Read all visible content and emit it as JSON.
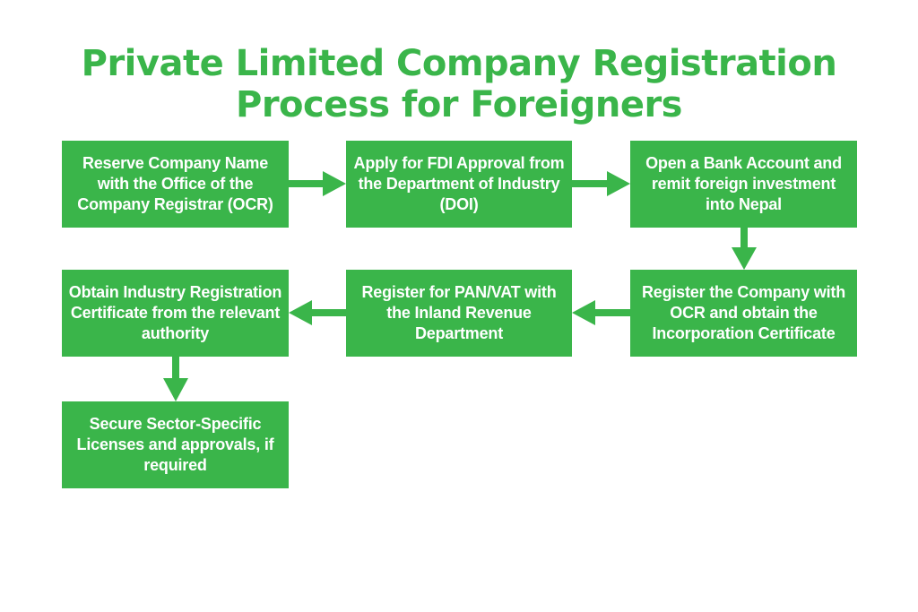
{
  "title": {
    "line1": "Private Limited Company Registration",
    "line2": "Process for Foreigners"
  },
  "colors": {
    "accent": "#3ab54a",
    "box_text": "#ffffff",
    "background": "#ffffff"
  },
  "steps": [
    {
      "text": "Reserve Company Name with the Office of the Company Registrar (OCR)"
    },
    {
      "text": "Apply for FDI Approval from the Department of Industry (DOI)"
    },
    {
      "text": "Open a Bank Account and remit foreign investment into Nepal"
    },
    {
      "text": "Register the Company with OCR and obtain the Incorporation Certificate"
    },
    {
      "text": "Register for PAN/VAT with the Inland Revenue Department"
    },
    {
      "text": "Obtain Industry Registration Certificate from the relevant authority"
    },
    {
      "text": "Secure Sector-Specific Licenses and approvals, if required"
    }
  ]
}
